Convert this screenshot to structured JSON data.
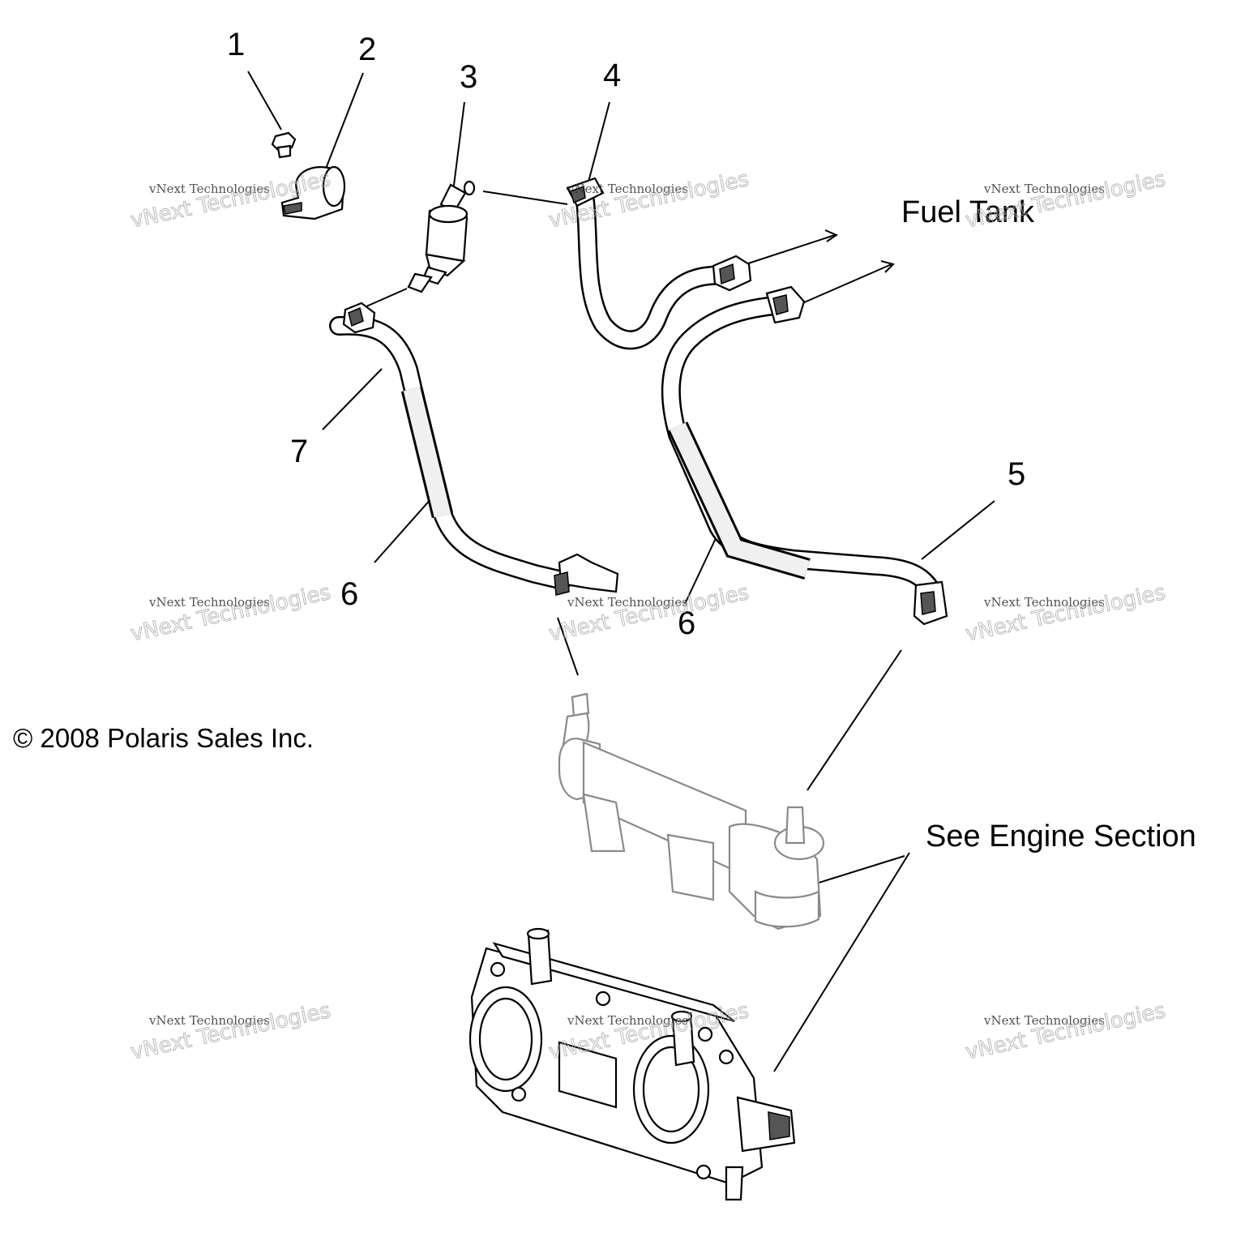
{
  "callouts": [
    "1",
    "2",
    "3",
    "4",
    "5",
    "6",
    "6",
    "7"
  ],
  "labels": {
    "fuel_tank": "Fuel Tank",
    "see_engine": "See Engine Section",
    "copyright": "© 2008 Polaris Sales Inc."
  },
  "watermark": {
    "line1": "vNext Technologies",
    "line2": "vNext Technologies"
  }
}
